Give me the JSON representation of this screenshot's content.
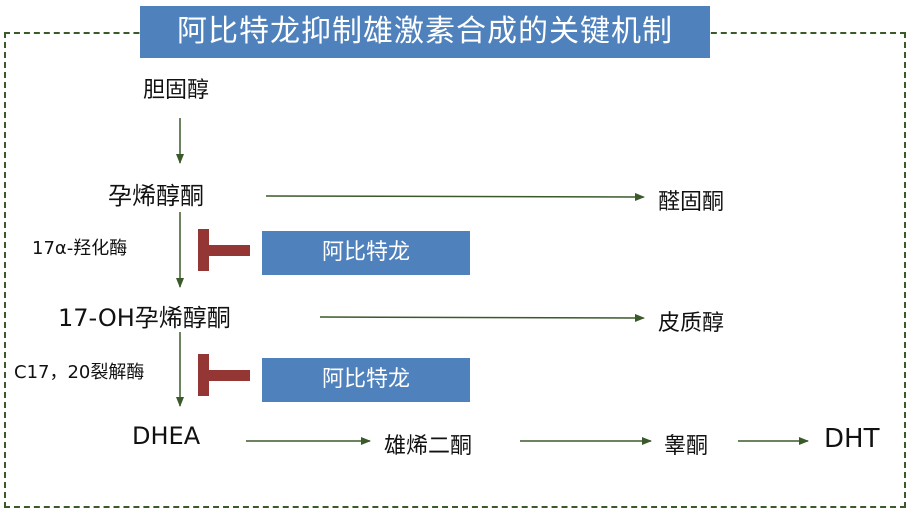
{
  "title": "阿比特龙抑制雄激素合成的关键机制",
  "nodes": {
    "cholesterol": "胆固醇",
    "pregnenolone": "孕烯醇酮",
    "aldosterone": "醛固酮",
    "oh_pregnenolone": "17-OH孕烯醇酮",
    "cortisol": "皮质醇",
    "dhea": "DHEA",
    "androstenedione": "雄烯二酮",
    "testosterone": "睾酮",
    "dht": "DHT"
  },
  "enzymes": {
    "hydroxylase": "17α-羟化酶",
    "lyase": "C17，20裂解酶"
  },
  "drug": {
    "label_1": "阿比特龙",
    "label_2": "阿比特龙"
  },
  "colors": {
    "title_bg": "#4f81bd",
    "drug_bg": "#4f81bd",
    "arrow": "#3b5a2a",
    "inhibit": "#943634",
    "frame": "#3b5a2a"
  }
}
